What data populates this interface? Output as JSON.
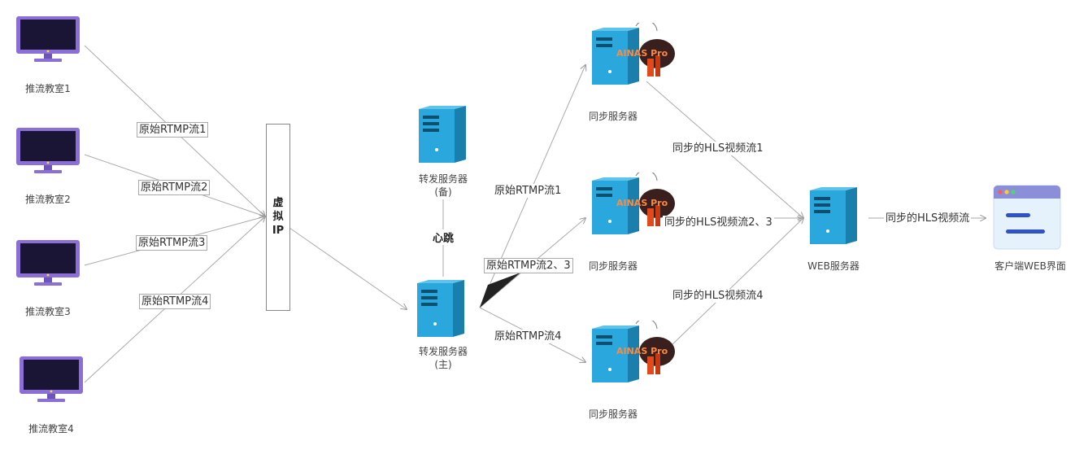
{
  "classrooms": [
    {
      "label": "推流教室1"
    },
    {
      "label": "推流教室2"
    },
    {
      "label": "推流教室3"
    },
    {
      "label": "推流教室4"
    }
  ],
  "edges_in": [
    {
      "label": "原始RTMP流1"
    },
    {
      "label": "原始RTMP流2"
    },
    {
      "label": "原始RTMP流3"
    },
    {
      "label": "原始RTMP流4"
    }
  ],
  "virtual_ip": {
    "line1": "虚",
    "line2": "拟",
    "line3": "IP"
  },
  "forward_servers": {
    "backup": {
      "label": "转发服务器",
      "role": "(备)"
    },
    "main": {
      "label": "转发服务器",
      "role": "(主)"
    }
  },
  "heartbeat": "心跳",
  "edges_out": [
    {
      "label": "原始RTMP流1"
    },
    {
      "label": "原始RTMP流2、3"
    },
    {
      "label": "原始RTMP流4"
    }
  ],
  "sync_servers": [
    {
      "label": "同步服务器",
      "badge": "AINAS Pro"
    },
    {
      "label": "同步服务器",
      "badge": "AINAS Pro"
    },
    {
      "label": "同步服务器",
      "badge": "AINAS Pro"
    }
  ],
  "hls_edges": [
    {
      "label": "同步的HLS视频流1"
    },
    {
      "label": "同步的HLS视频流2、3"
    },
    {
      "label": "同步的HLS视频流4"
    }
  ],
  "web_server": {
    "label": "WEB服务器"
  },
  "client_edge": {
    "label": "同步的HLS视频流"
  },
  "client": {
    "label": "客户端WEB界面"
  },
  "colors": {
    "monitor": "#8b6fd6",
    "screen": "#1a1534",
    "server": "#2aa7dd",
    "server_dark": "#1b7fae",
    "badge_orange": "#ff8a3d"
  }
}
